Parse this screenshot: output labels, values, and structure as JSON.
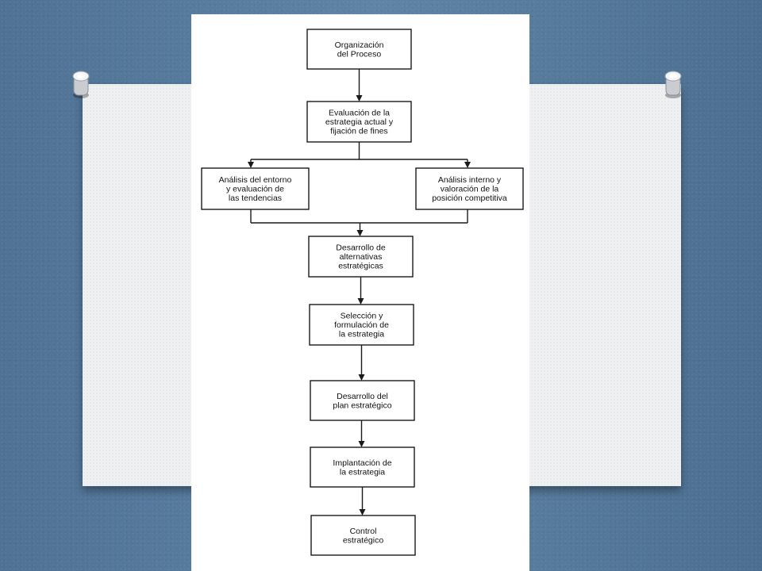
{
  "colors": {
    "background": "#55799b",
    "card": "#eef0f2",
    "paper": "#ffffff",
    "line": "#1a1a1a",
    "text": "#111111"
  },
  "icons": {
    "left_pin": "pushpin-icon",
    "right_pin": "pushpin-icon"
  },
  "diagram": {
    "type": "flowchart",
    "boxes": [
      {
        "id": "organizacion",
        "lines": [
          "Organización",
          "del Proceso"
        ]
      },
      {
        "id": "evaluacion",
        "lines": [
          "Evaluación de la",
          "estrategia actual y",
          "fijación de fines"
        ]
      },
      {
        "id": "entorno",
        "lines": [
          "Análisis del entorno",
          "y   evaluación   de",
          "las   tendencias"
        ]
      },
      {
        "id": "interno",
        "lines": [
          "Análisis  interno y",
          "valoración  de  la",
          "posición competitiva"
        ]
      },
      {
        "id": "alternativas",
        "lines": [
          "Desarrollo de",
          "alternativas",
          "estratégicas"
        ]
      },
      {
        "id": "seleccion",
        "lines": [
          "Selección y",
          "formulación de",
          "la estrategia"
        ]
      },
      {
        "id": "plan",
        "lines": [
          "Desarrollo del",
          "plan estratégico"
        ]
      },
      {
        "id": "implantacion",
        "lines": [
          "Implantación de",
          "la  estrategia"
        ]
      },
      {
        "id": "control",
        "lines": [
          "Control",
          "estratégico"
        ]
      }
    ]
  }
}
